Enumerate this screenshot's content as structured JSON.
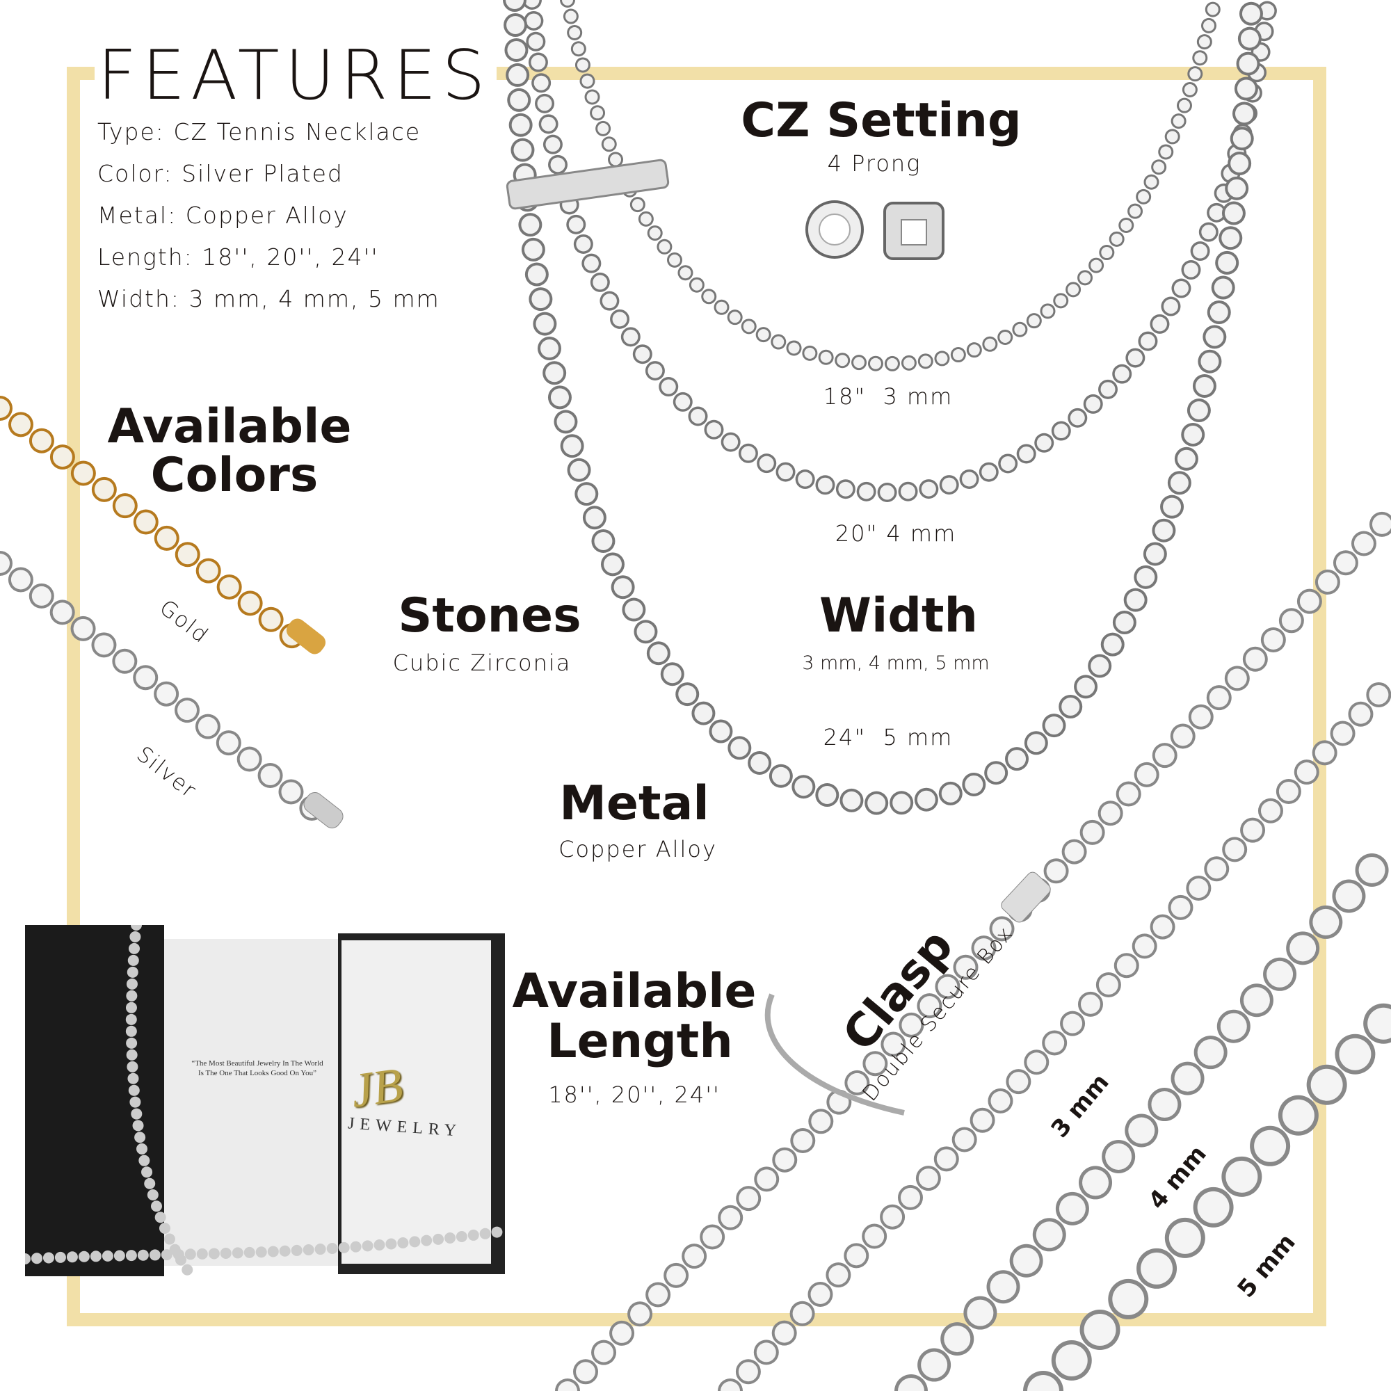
{
  "features": {
    "title": "FEATURES",
    "specs": [
      "Type: CZ Tennis Necklace",
      "Color: Silver Plated",
      "Metal: Copper Alloy",
      "Length: 18'', 20'', 24''",
      "Width: 3 mm, 4 mm, 5 mm"
    ]
  },
  "cz_setting": {
    "title": "CZ Setting",
    "subtitle": "4 Prong"
  },
  "available_colors": {
    "title_line1": "Available",
    "title_line2": "Colors",
    "gold": "Gold",
    "silver": "Silver"
  },
  "stones": {
    "title": "Stones",
    "subtitle": "Cubic Zirconia"
  },
  "width": {
    "title": "Width",
    "subtitle": "3 mm, 4 mm, 5 mm"
  },
  "necklace_labels": [
    "18\"  3 mm",
    "20\" 4 mm",
    "24\"  5 mm"
  ],
  "metal": {
    "title": "Metal",
    "subtitle": "Copper Alloy"
  },
  "available_length": {
    "title_line1": "Available",
    "title_line2": "Length",
    "subtitle": "18'', 20'', 24''"
  },
  "clasp": {
    "title": "Clasp",
    "subtitle": "Double Secure Box"
  },
  "bracelet_widths": [
    "3 mm",
    "4 mm",
    "5 mm"
  ],
  "box": {
    "quote": "“The Most Beautiful Jewelry In The World Is The One That Looks Good On You”",
    "logo_mark": "JB",
    "logo_word": "JEWELRY"
  },
  "colors": {
    "frame": "#f2e0a8",
    "gold_chain": "#d9a441",
    "silver_chain": "#c9c9c9"
  }
}
